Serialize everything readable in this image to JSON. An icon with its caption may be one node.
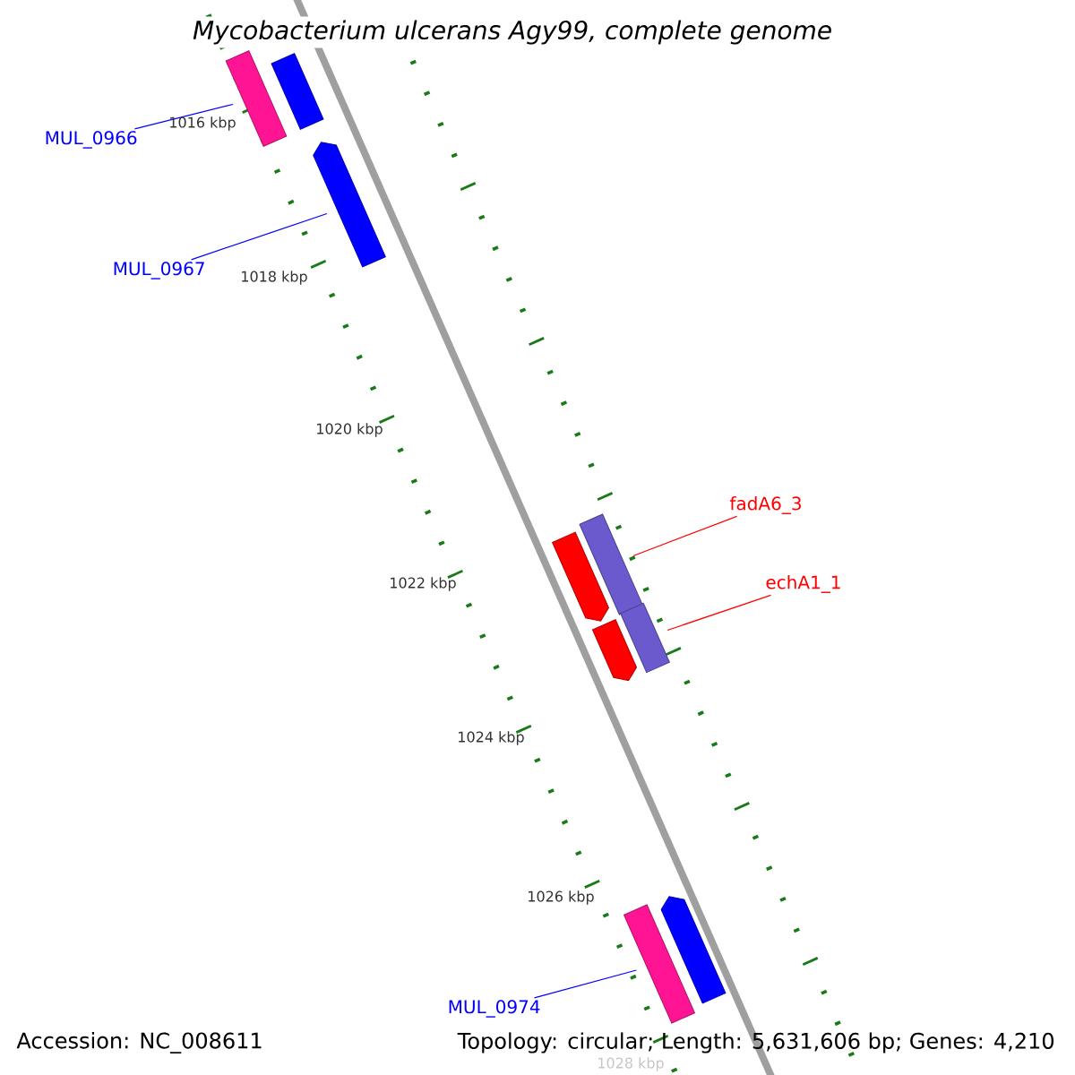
{
  "diagram": {
    "title": "Mycobacterium ulcerans Agy99, complete genome",
    "nodes": [
      {
        "text": [],
        "shape": "bar"
      },
      {
        "text": [],
        "shape": "bar"
      },
      {
        "text": [
          "MUL_0966"
        ]
      },
      {
        "text": [
          "MUL_0967"
        ]
      },
      {
        "text": [],
        "shape": "arrow"
      },
      {
        "text": [
          "fadA6_3"
        ]
      },
      {
        "text": [],
        "shape": "arrow"
      },
      {
        "text": [],
        "shape": "bar"
      },
      {
        "text": [
          "echA1_1"
        ]
      },
      {
        "text": [],
        "shape": "arrow"
      },
      {
        "text": [],
        "shape": "bar"
      },
      {
        "text": [],
        "shape": "arrow"
      },
      {
        "text": [],
        "shape": "bar"
      },
      {
        "text": [
          "MUL_0974"
        ]
      }
    ],
    "edges": [
      {
        "from": 2,
        "to": 0,
        "arrow": "none"
      },
      {
        "from": 3,
        "to": 4,
        "arrow": "none"
      },
      {
        "from": 5,
        "to": 7,
        "arrow": "none",
        "color": "#ff0000"
      },
      {
        "from": 8,
        "to": 10,
        "arrow": "none",
        "color": "#ff0000"
      },
      {
        "from": 13,
        "to": 12,
        "arrow": "none"
      }
    ],
    "labels": [
      "1016 kbp",
      "1018 kbp",
      "1020 kbp",
      "1022 kbp",
      "1024 kbp",
      "1026 kbp",
      "1028 kbp",
      "Accession: NC_008611",
      "Topology: circular; Length: 5,631,606 bp; Genes: 4,210"
    ]
  }
}
